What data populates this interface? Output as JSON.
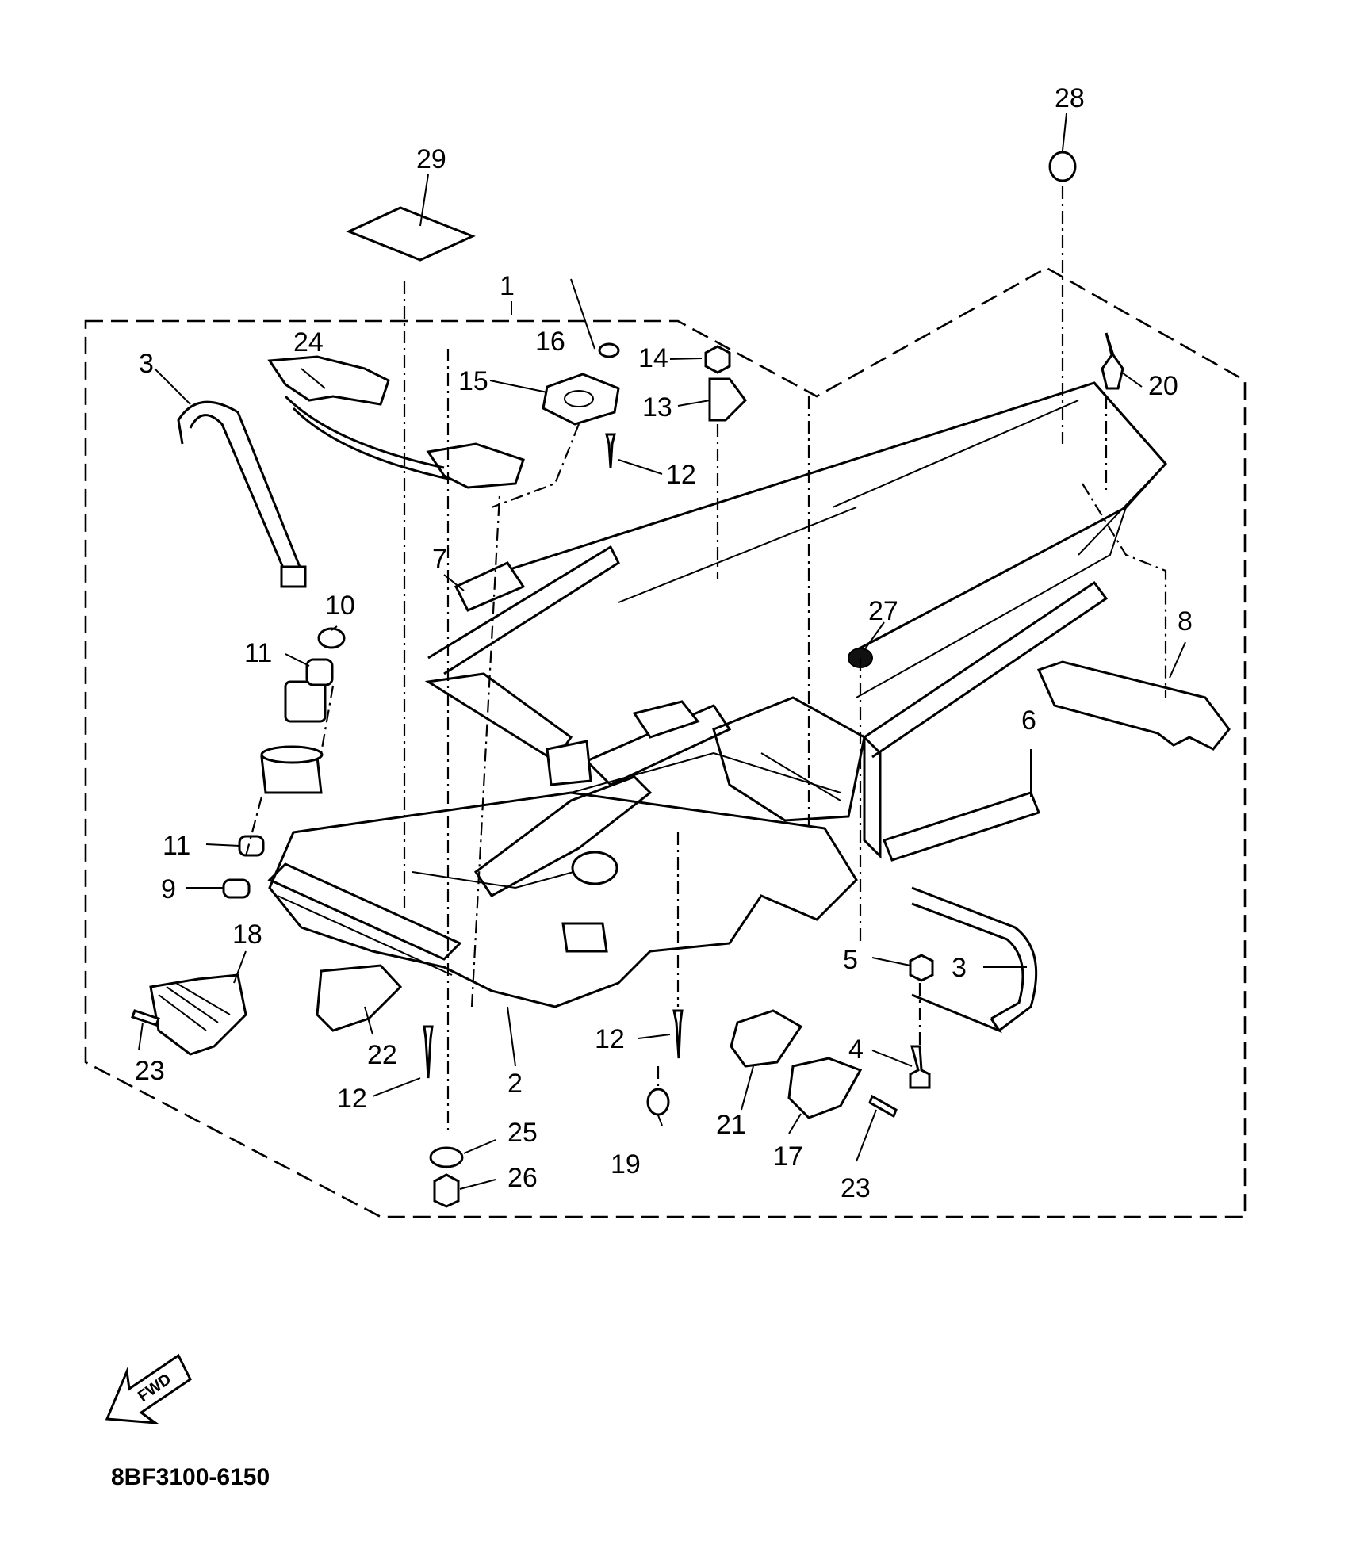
{
  "diagram": {
    "reference_code": "8BF3100-6150",
    "fwd_label": "FWD",
    "callouts": [
      {
        "id": "c1",
        "text": "1"
      },
      {
        "id": "c2",
        "text": "2"
      },
      {
        "id": "c3a",
        "text": "3"
      },
      {
        "id": "c3b",
        "text": "3"
      },
      {
        "id": "c4",
        "text": "4"
      },
      {
        "id": "c5",
        "text": "5"
      },
      {
        "id": "c6",
        "text": "6"
      },
      {
        "id": "c7",
        "text": "7"
      },
      {
        "id": "c8",
        "text": "8"
      },
      {
        "id": "c9",
        "text": "9"
      },
      {
        "id": "c10",
        "text": "10"
      },
      {
        "id": "c11a",
        "text": "11"
      },
      {
        "id": "c11b",
        "text": "11"
      },
      {
        "id": "c12a",
        "text": "12"
      },
      {
        "id": "c12b",
        "text": "12"
      },
      {
        "id": "c12c",
        "text": "12"
      },
      {
        "id": "c13",
        "text": "13"
      },
      {
        "id": "c14",
        "text": "14"
      },
      {
        "id": "c15",
        "text": "15"
      },
      {
        "id": "c16",
        "text": "16"
      },
      {
        "id": "c17",
        "text": "17"
      },
      {
        "id": "c18",
        "text": "18"
      },
      {
        "id": "c19",
        "text": "19"
      },
      {
        "id": "c20",
        "text": "20"
      },
      {
        "id": "c21",
        "text": "21"
      },
      {
        "id": "c22",
        "text": "22"
      },
      {
        "id": "c23a",
        "text": "23"
      },
      {
        "id": "c23b",
        "text": "23"
      },
      {
        "id": "c24",
        "text": "24"
      },
      {
        "id": "c25",
        "text": "25"
      },
      {
        "id": "c26",
        "text": "26"
      },
      {
        "id": "c27",
        "text": "27"
      },
      {
        "id": "c28",
        "text": "28"
      },
      {
        "id": "c29",
        "text": "29"
      }
    ]
  }
}
